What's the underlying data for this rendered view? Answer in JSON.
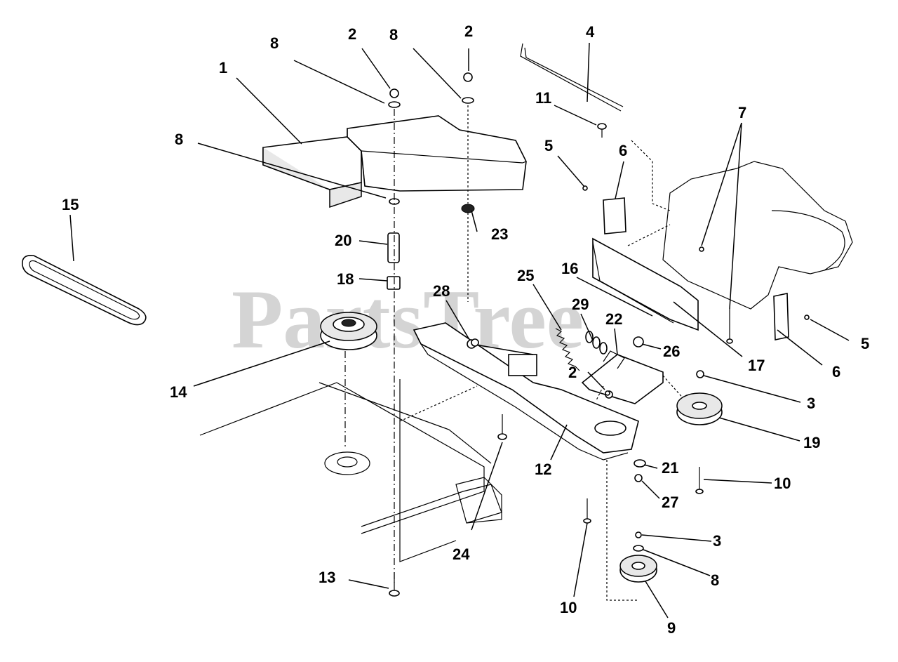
{
  "watermark": "PartsTree",
  "callouts": {
    "c1": "1",
    "c2a": "2",
    "c2b": "2",
    "c2c": "2",
    "c3a": "3",
    "c3b": "3",
    "c4": "4",
    "c5a": "5",
    "c5b": "5",
    "c6a": "6",
    "c6b": "6",
    "c7": "7",
    "c8a": "8",
    "c8b": "8",
    "c8c": "8",
    "c8d": "8",
    "c9": "9",
    "c10a": "10",
    "c10b": "10",
    "c11": "11",
    "c12": "12",
    "c13": "13",
    "c14": "14",
    "c15": "15",
    "c16": "16",
    "c17": "17",
    "c18": "18",
    "c19": "19",
    "c20": "20",
    "c21": "21",
    "c22": "22",
    "c23": "23",
    "c24": "24",
    "c25": "25",
    "c26": "26",
    "c27": "27",
    "c28": "28",
    "c29": "29"
  }
}
